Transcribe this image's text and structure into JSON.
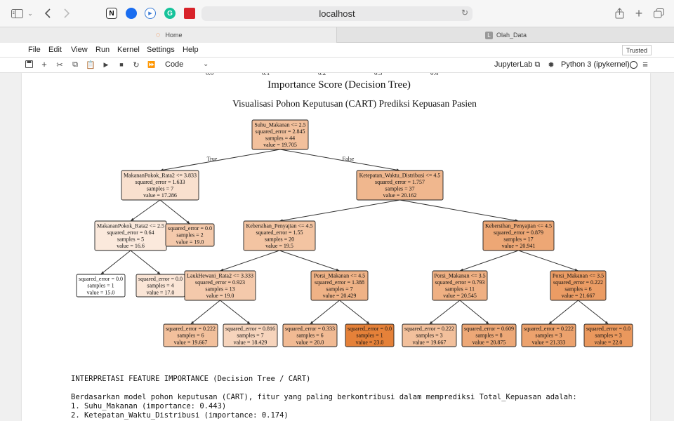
{
  "browser": {
    "url": "localhost",
    "tabs": [
      {
        "label": "Home",
        "active": true
      },
      {
        "label": "Olah_Data",
        "active": false
      }
    ]
  },
  "menu": [
    "File",
    "Edit",
    "View",
    "Run",
    "Kernel",
    "Settings",
    "Help"
  ],
  "trusted_label": "Trusted",
  "toolbar": {
    "cell_type": "Code",
    "jupyterlab_label": "JupyterLab",
    "kernel": "Python 3 (ipykernel)"
  },
  "figure": {
    "top_title": "Importance Score (Decision Tree)",
    "tree_title": "Visualisasi Pohon Keputusan (CART) Prediksi Kepuasan Pasien",
    "edge_labels": {
      "true": "True",
      "false": "False"
    },
    "nodes": [
      {
        "id": "n0",
        "lines": [
          "Suhu_Makanan <= 2.5",
          "squared_error = 2.845",
          "samples = 44",
          "value = 19.705"
        ],
        "color": "#f2c09c"
      },
      {
        "id": "n1",
        "lines": [
          "MakananPokok_Rata2 <= 3.833",
          "squared_error = 1.633",
          "samples = 7",
          "value = 17.286"
        ],
        "color": "#f9e0ce"
      },
      {
        "id": "n2",
        "lines": [
          "Ketepatan_Waktu_Distribusi <= 4.5",
          "squared_error = 1.757",
          "samples = 37",
          "value = 20.162"
        ],
        "color": "#f0b78e"
      },
      {
        "id": "n3",
        "lines": [
          "MakananPokok_Rata2 <= 2.5",
          "squared_error = 0.64",
          "samples = 5",
          "value = 16.6"
        ],
        "color": "#fbe9dc"
      },
      {
        "id": "n4",
        "lines": [
          "squared_error = 0.0",
          "samples = 2",
          "value = 19.0"
        ],
        "color": "#f4c9ab"
      },
      {
        "id": "n5",
        "lines": [
          "Kebersihan_Penyajian <= 4.5",
          "squared_error = 1.55",
          "samples = 20",
          "value = 19.5"
        ],
        "color": "#f3c4a2"
      },
      {
        "id": "n6",
        "lines": [
          "Kebersihan_Penyajian <= 4.5",
          "squared_error = 0.879",
          "samples = 17",
          "value = 20.941"
        ],
        "color": "#eda775"
      },
      {
        "id": "n7",
        "lines": [
          "squared_error = 0.0",
          "samples = 1",
          "value = 15.0"
        ],
        "color": "#ffffff"
      },
      {
        "id": "n8",
        "lines": [
          "squared_error = 0.0",
          "samples = 4",
          "value = 17.0"
        ],
        "color": "#fae5d6"
      },
      {
        "id": "n9",
        "lines": [
          "LaukHewani_Rata2 <= 3.333",
          "squared_error = 0.923",
          "samples = 13",
          "value = 19.0"
        ],
        "color": "#f4c9ab"
      },
      {
        "id": "n10",
        "lines": [
          "Porsi_Makanan <= 4.5",
          "squared_error = 1.388",
          "samples = 7",
          "value = 20.429"
        ],
        "color": "#efb286"
      },
      {
        "id": "n11",
        "lines": [
          "Porsi_Makanan <= 3.5",
          "squared_error = 0.793",
          "samples = 11",
          "value = 20.545"
        ],
        "color": "#efb083"
      },
      {
        "id": "n12",
        "lines": [
          "Porsi_Makanan <= 3.5",
          "squared_error = 0.222",
          "samples = 6",
          "value = 21.667"
        ],
        "color": "#eb9c64"
      },
      {
        "id": "n13",
        "lines": [
          "squared_error = 0.222",
          "samples = 6",
          "value = 19.667"
        ],
        "color": "#f2c09c"
      },
      {
        "id": "n14",
        "lines": [
          "squared_error = 0.816",
          "samples = 7",
          "value = 18.429"
        ],
        "color": "#f6d4bc"
      },
      {
        "id": "n15",
        "lines": [
          "squared_error = 0.333",
          "samples = 6",
          "value = 20.0"
        ],
        "color": "#f1ba93"
      },
      {
        "id": "n16",
        "lines": [
          "squared_error = 0.0",
          "samples = 1",
          "value = 23.0"
        ],
        "color": "#e58139"
      },
      {
        "id": "n17",
        "lines": [
          "squared_error = 0.222",
          "samples = 3",
          "value = 19.667"
        ],
        "color": "#f2c09c"
      },
      {
        "id": "n18",
        "lines": [
          "squared_error = 0.609",
          "samples = 8",
          "value = 20.875"
        ],
        "color": "#eda877"
      },
      {
        "id": "n19",
        "lines": [
          "squared_error = 0.222",
          "samples = 3",
          "value = 21.333"
        ],
        "color": "#eca26d"
      },
      {
        "id": "n20",
        "lines": [
          "squared_error = 0.0",
          "samples = 3",
          "value = 22.0"
        ],
        "color": "#ea985d"
      }
    ]
  },
  "output_text": [
    "INTERPRETASI FEATURE IMPORTANCE (Decision Tree / CART)",
    "",
    "Berdasarkan model pohon keputusan (CART), fitur yang paling berkontribusi dalam memprediksi Total_Kepuasan adalah:",
    "1. Suhu_Makanan (importance: 0.443)",
    "2. Ketepatan_Waktu_Distribusi (importance: 0.174)"
  ]
}
